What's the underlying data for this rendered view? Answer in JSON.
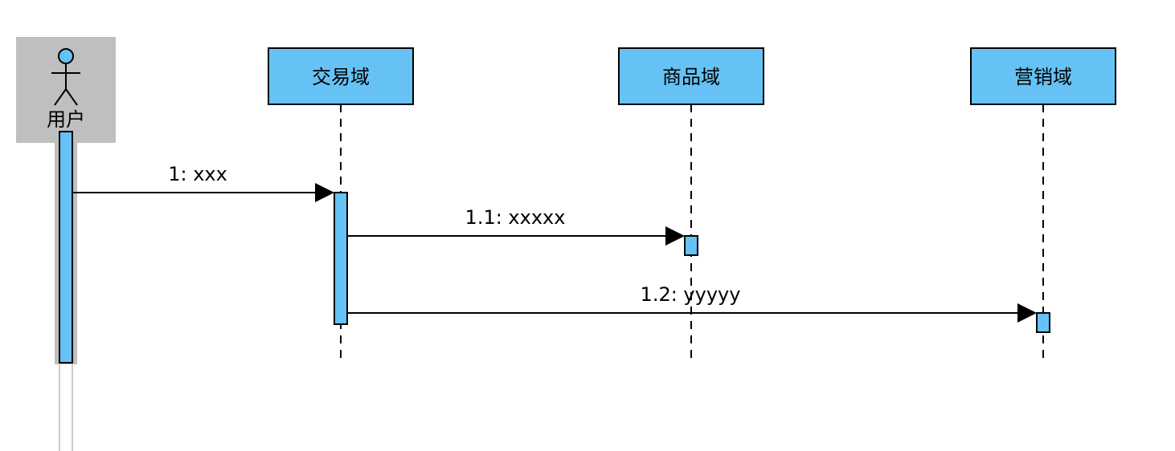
{
  "colors": {
    "participant_fill": "#66C2F5",
    "actor_highlight": "#BFBFBF",
    "stroke": "#000000"
  },
  "actor": {
    "name": "用户",
    "icon": "stick-figure-actor-icon"
  },
  "participants": [
    {
      "id": "trade",
      "name": "交易域"
    },
    {
      "id": "goods",
      "name": "商品域"
    },
    {
      "id": "marketing",
      "name": "营销域"
    }
  ],
  "messages": [
    {
      "label": "1: xxx",
      "from": "用户",
      "to": "交易域"
    },
    {
      "label": "1.1: xxxxx",
      "from": "交易域",
      "to": "商品域"
    },
    {
      "label": "1.2: yyyyy",
      "from": "交易域",
      "to": "营销域"
    }
  ]
}
